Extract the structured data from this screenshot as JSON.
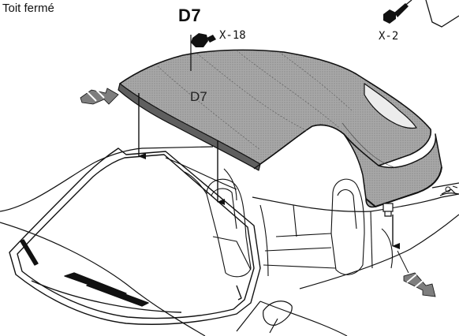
{
  "caption": "Toit fermé",
  "part_label": "D7",
  "roof_label": "D7",
  "fastener_left_label": "X-18",
  "fastener_right_label": "X-2",
  "colors": {
    "ink": "#111111",
    "roof_fill": "#9a9a9a",
    "roof_dark": "#6e6e6e",
    "arrow_fill": "#888888"
  },
  "icons": [
    "bolt-icon",
    "wrench-icon",
    "clip-icon"
  ]
}
